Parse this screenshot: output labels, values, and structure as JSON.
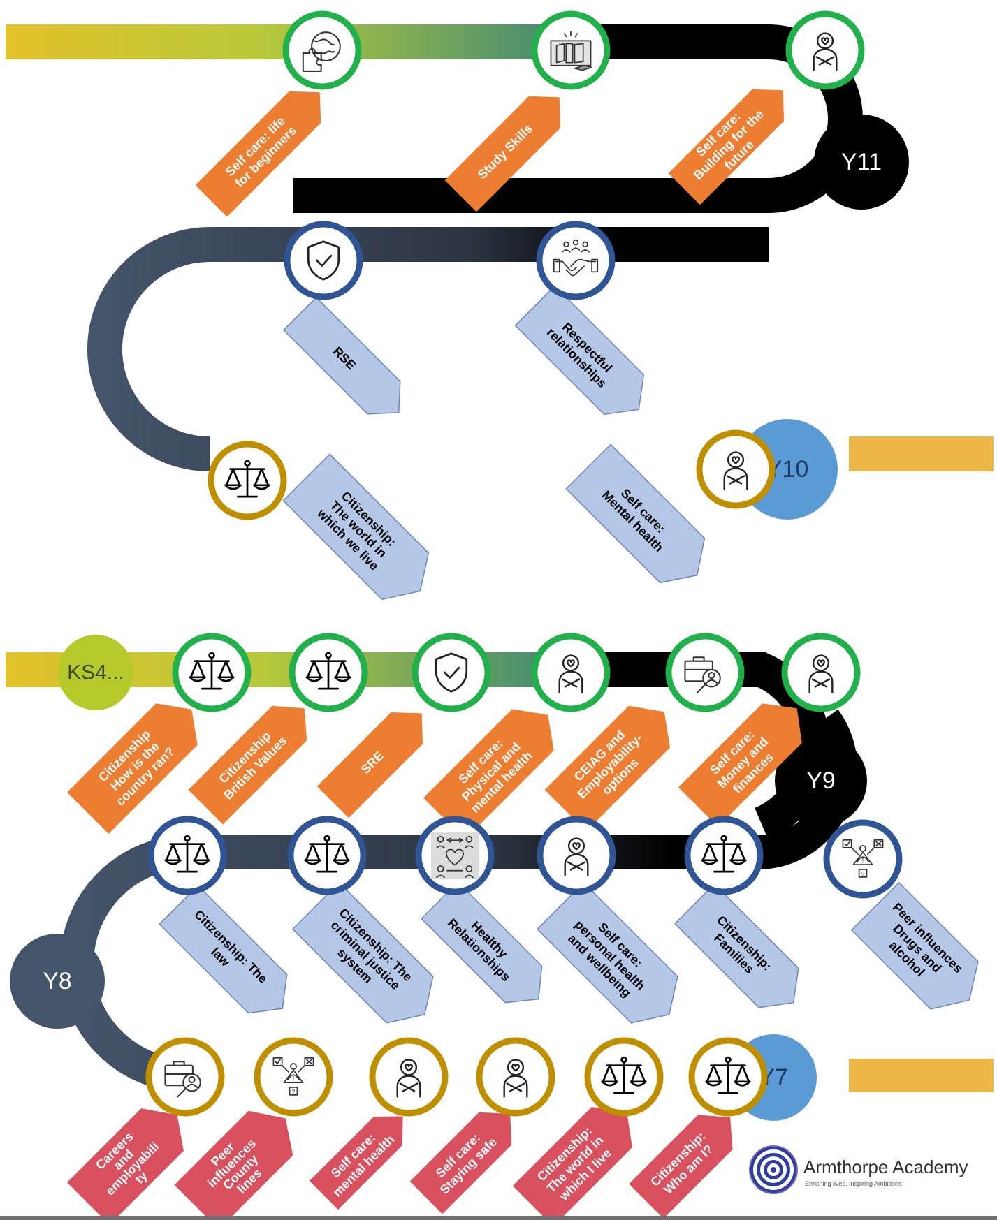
{
  "colors": {
    "orange_tag": "#ed7d31",
    "blue_tag": "#b4c7e7",
    "red_tag": "#d9515e",
    "green_ring": "#21b14a",
    "blue_ring": "#2f5597",
    "gold_ring": "#bf8f00",
    "y11_badge": "#000000",
    "y10_badge": "#5b9bd5",
    "y9_badge": "#000000",
    "y8_badge": "#44546a",
    "y7_badge": "#5b9bd5",
    "ks4_badge": "#b6c92a"
  },
  "ks4_journey": {
    "year_badges": [
      {
        "label": "Y11"
      },
      {
        "label": "Y10"
      }
    ],
    "milestones": [
      {
        "icon": "globe-puzzle-icon",
        "tag": [
          "Self care: life",
          "for beginners"
        ]
      },
      {
        "icon": "study-books-icon",
        "tag": [
          "Study Skills"
        ]
      },
      {
        "icon": "self-care-hug-icon",
        "tag": [
          "Self care:",
          "Building for the",
          "future"
        ]
      },
      {
        "icon": "shield-check-icon",
        "tag": [
          "RSE"
        ]
      },
      {
        "icon": "handshake-icon",
        "tag": [
          "Respectful",
          "relationships"
        ]
      },
      {
        "icon": "scales-icon",
        "tag": [
          "Citizenship:",
          "The world in",
          "which we live"
        ]
      },
      {
        "icon": "self-care-hug-icon",
        "tag": [
          "Self care:",
          "Mental health"
        ]
      }
    ]
  },
  "ks3_journey": {
    "year_badges": [
      {
        "label": "KS4..."
      },
      {
        "label": "Y9"
      },
      {
        "label": "Y8"
      },
      {
        "label": "Y7"
      }
    ],
    "milestones": [
      {
        "icon": "scales-icon",
        "tag": [
          "Citizenship",
          "How is the",
          "country ran?"
        ]
      },
      {
        "icon": "scales-icon",
        "tag": [
          "Citizenship",
          "British Values"
        ]
      },
      {
        "icon": "shield-check-icon",
        "tag": [
          "SRE"
        ]
      },
      {
        "icon": "self-care-hug-icon",
        "tag": [
          "Self care:",
          "Physical and",
          "mental  health"
        ]
      },
      {
        "icon": "careers-search-icon",
        "tag": [
          "CEIAG and",
          "Employability-",
          "options"
        ]
      },
      {
        "icon": "self-care-hug-icon",
        "tag": [
          "Self care:",
          "Money and",
          "finances"
        ]
      },
      {
        "icon": "scales-icon",
        "tag": [
          "Citizenship: The",
          "law"
        ]
      },
      {
        "icon": "scales-icon",
        "tag": [
          "Citizenship: The",
          "criminal justice",
          "system"
        ]
      },
      {
        "icon": "healthy-relationships-icon",
        "tag": [
          "Healthy",
          "Relationships"
        ]
      },
      {
        "icon": "self-care-hug-icon",
        "tag": [
          "Self care:",
          "personal health",
          "and wellbeing"
        ]
      },
      {
        "icon": "scales-icon",
        "tag": [
          "Citizenship:",
          "Families"
        ]
      },
      {
        "icon": "peer-influence-icon",
        "tag": [
          "Peer influences",
          "Drugs and",
          "alcohol"
        ]
      },
      {
        "icon": "careers-search-icon",
        "tag": [
          "Careers",
          "and",
          "employabili",
          "ty"
        ]
      },
      {
        "icon": "peer-influence-icon",
        "tag": [
          "Peer",
          "influences",
          "County",
          "lines"
        ]
      },
      {
        "icon": "self-care-hug-icon",
        "tag": [
          "Self care:",
          "mental health"
        ]
      },
      {
        "icon": "self-care-hug-icon",
        "tag": [
          "Self care:",
          "Staying safe"
        ]
      },
      {
        "icon": "scales-icon",
        "tag": [
          "Citizenship:",
          "The world in",
          "which I live"
        ]
      },
      {
        "icon": "scales-icon",
        "tag": [
          "Citizenship:",
          "Who am I?"
        ]
      }
    ]
  },
  "logo": {
    "name": "Armthorpe Academy",
    "tagline": "Enriching lives, Inspiring Ambitions"
  }
}
